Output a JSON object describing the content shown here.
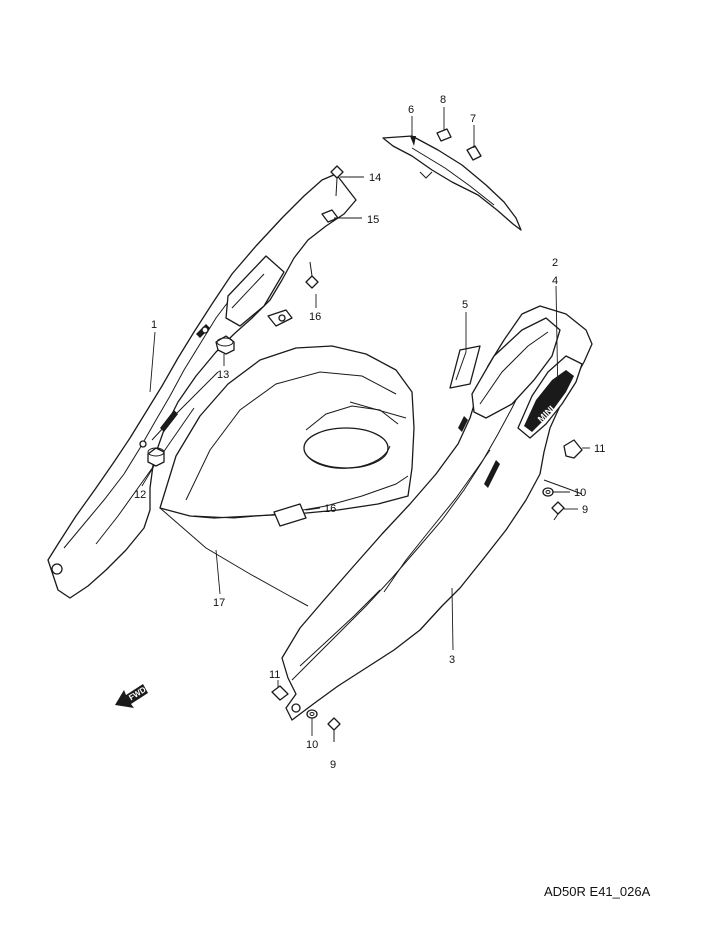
{
  "diagram": {
    "code": "AD50R E41_026A",
    "fwd_label": "FWD",
    "decal_text": "MINI",
    "callouts": {
      "c1": "1",
      "c2": "2",
      "c3": "3",
      "c4": "4",
      "c5": "5",
      "c6": "6",
      "c7": "7",
      "c8": "8",
      "c9a": "9",
      "c9b": "9",
      "c10a": "10",
      "c10b": "10",
      "c11a": "11",
      "c11b": "11",
      "c12": "12",
      "c13": "13",
      "c14": "14",
      "c15": "15",
      "c16a": "16",
      "c16b": "16",
      "c17": "17"
    }
  }
}
